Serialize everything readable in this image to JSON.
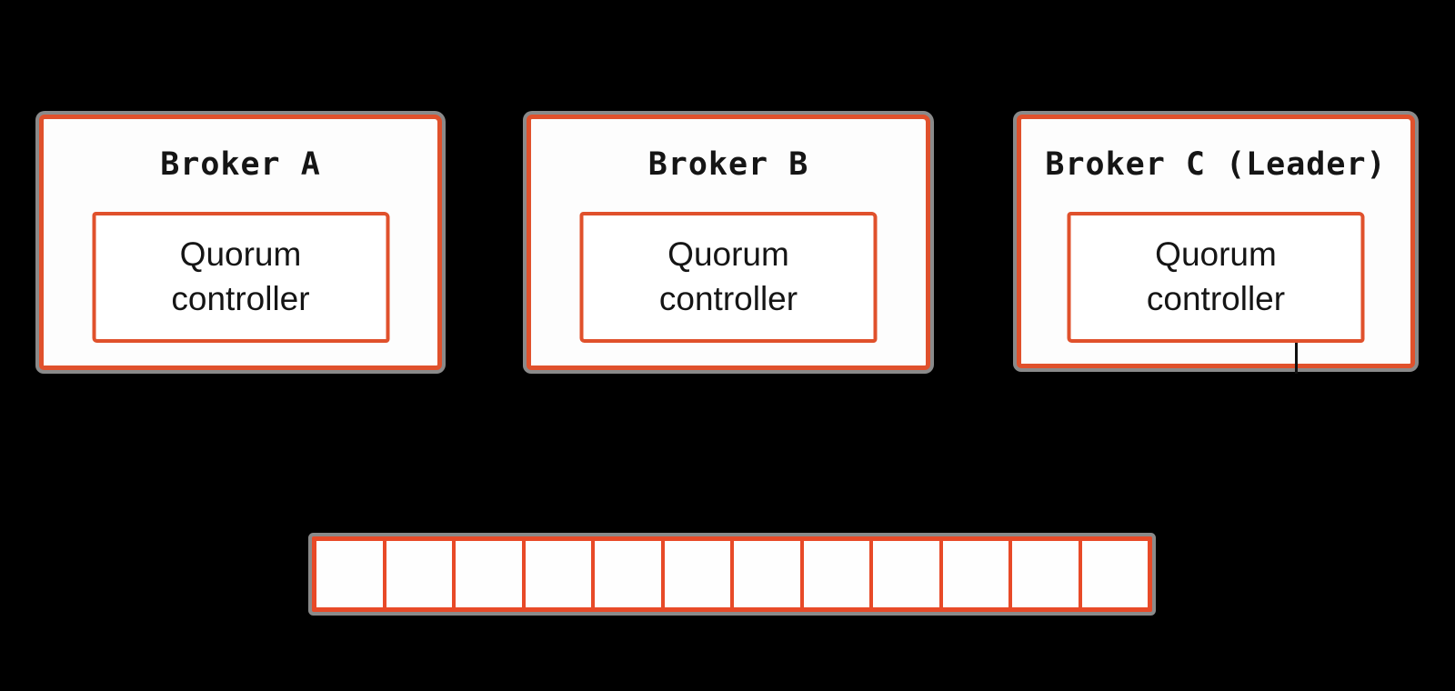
{
  "colors": {
    "background": "#000000",
    "broker_border": "#e0512c",
    "bar_border": "#e84a28",
    "shadow_gray": "#8a8a8a",
    "text": "#151515",
    "connector": "#0f0f0f"
  },
  "brokers": [
    {
      "title": "Broker A",
      "controller_label": "Quorum\ncontroller"
    },
    {
      "title": "Broker B",
      "controller_label": "Quorum\ncontroller"
    },
    {
      "title": "Broker C (Leader)",
      "controller_label": "Quorum\ncontroller"
    }
  ],
  "log_bar": {
    "segment_count": 12
  }
}
